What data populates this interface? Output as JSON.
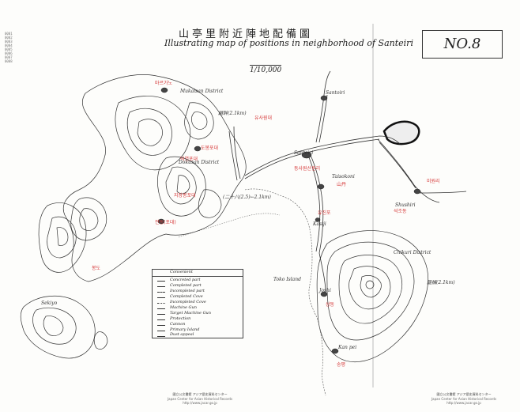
{
  "title": {
    "chinese": "山亭里附近陣地配備圖",
    "english": "Illustrating map of positions in neighborhood of Santeiri",
    "scale": "1/10,000",
    "sheet_number": "NO.8"
  },
  "corner_notes": [
    "0001",
    "0002",
    "0003",
    "0004",
    "0005",
    "0006",
    "0007",
    "0008"
  ],
  "red_labels": [
    {
      "id": "r1",
      "text": "마르가노"
    },
    {
      "id": "r2",
      "text": "유사원대"
    },
    {
      "id": "r3",
      "text": "도봉포대"
    },
    {
      "id": "r4",
      "text": "덕연포대"
    },
    {
      "id": "r5",
      "text": "지장봉포대"
    },
    {
      "id": "r6",
      "text": "전동(포대)"
    },
    {
      "id": "r7",
      "text": "동사원산원리"
    },
    {
      "id": "r8",
      "text": "山丹"
    },
    {
      "id": "r9",
      "text": "유진포"
    },
    {
      "id": "r10",
      "text": "미원리"
    },
    {
      "id": "r11",
      "text": "석조동"
    },
    {
      "id": "r12",
      "text": "봉도"
    },
    {
      "id": "r13",
      "text": "송평"
    },
    {
      "id": "r14",
      "text": "상동"
    }
  ],
  "hand_labels": [
    {
      "id": "h1",
      "text": "Mukaisan District"
    },
    {
      "id": "h2",
      "text": "Dokuzan District"
    },
    {
      "id": "h3",
      "text": "Santeiri"
    },
    {
      "id": "h4",
      "text": "Santoiri"
    },
    {
      "id": "h5",
      "text": "Taisokoni"
    },
    {
      "id": "h6",
      "text": "Shushiri"
    },
    {
      "id": "h7",
      "text": "Chikuri District"
    },
    {
      "id": "h8",
      "text": "Toko Island"
    },
    {
      "id": "h9",
      "text": "Joshi"
    },
    {
      "id": "h10",
      "text": "Kasiji"
    },
    {
      "id": "h11",
      "text": "Kan pei"
    },
    {
      "id": "h12",
      "text": "Sekiyo"
    }
  ],
  "distances": [
    {
      "id": "d1",
      "text": "(二十八(2.5)←2.1km)"
    },
    {
      "id": "d2",
      "text": "趙幹(2.1km)"
    },
    {
      "id": "d3",
      "text": "龍捕(2.1km)"
    }
  ],
  "legend": {
    "header": "Convenient",
    "rows": [
      "Concreted part",
      "Completed part",
      "Incompleted part",
      "Completed Cove",
      "Incompleted Cove",
      "Machine Gun",
      "Target Machine Gun",
      "Protection",
      "Cannon",
      "Primary Island",
      "Dust appeal"
    ]
  },
  "footer": {
    "left_line1": "國立公文書館 アジア歴史資料センター",
    "left_line2": "Japan Center for Asian Historical Records",
    "left_line3": "http://www.jacar.go.jp",
    "right_line1": "國立公文書館 アジア歴史資料センター",
    "right_line2": "Japan Center for Asian Historical Records",
    "right_line3": "http://www.jacar.go.jp"
  }
}
